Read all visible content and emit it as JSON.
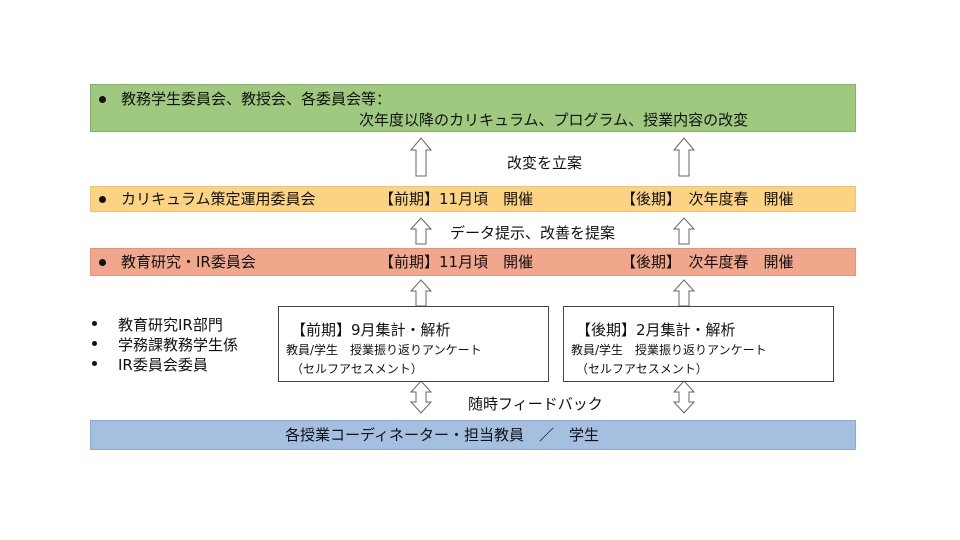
{
  "committee": {
    "line1": "教務学生委員会、教授会、各委員会等：",
    "line2": "次年度以降のカリキュラム、プログラム、授業内容の改変"
  },
  "label_plan": "改変を立案",
  "curriculum": {
    "name": "カリキュラム策定運用委員会",
    "first": "【前期】11月頃　開催",
    "second": "【後期】　次年度春　開催"
  },
  "label_data": "データ提示、改善を提案",
  "ir_committee": {
    "name": "教育研究・IR委員会",
    "first": "【前期】11月頃　開催",
    "second": "【後期】　次年度春　開催"
  },
  "members": [
    "教育研究IR部門",
    "学務課教務学生係",
    "IR委員会委員"
  ],
  "box_first": {
    "head": "【前期】9月集計・解析",
    "line2": "教員/学生　授業振り返りアンケート",
    "line3": "（セルフアセスメント）"
  },
  "box_second": {
    "head": "【後期】2月集計・解析",
    "line2": "教員/学生　授業振り返りアンケート",
    "line3": "（セルフアセスメント）"
  },
  "label_feedback": "随時フィードバック",
  "bottom": {
    "text": "各授業コーディネーター・担当教員　／　学生"
  },
  "colors": {
    "committee": "#9ec97e",
    "curriculum": "#fbd382",
    "ir": "#f0a78c",
    "bottom": "#a4bfe0"
  }
}
